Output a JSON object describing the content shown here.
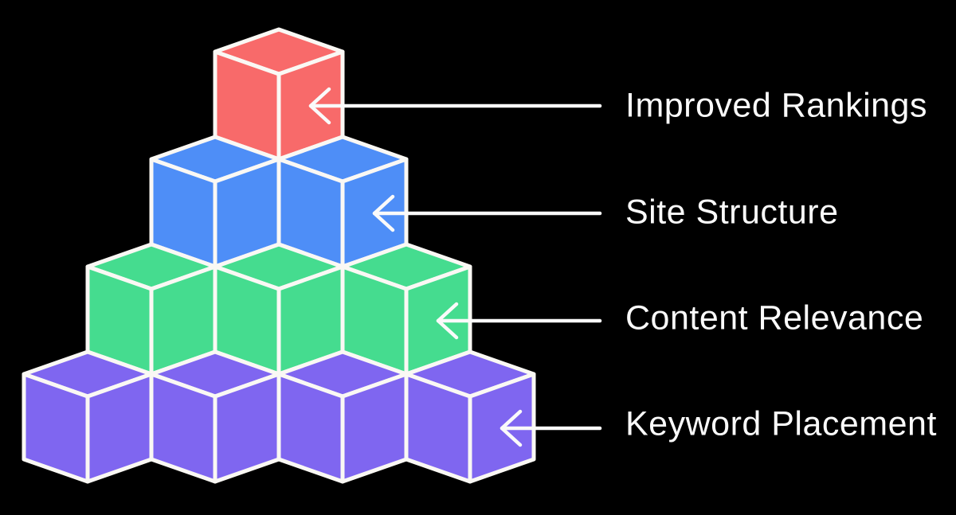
{
  "diagram": {
    "background_color": "#000000",
    "outline_color": "#FAF8F4",
    "text_color": "#FAFAFA",
    "arrow_color": "#FAFAFA",
    "arrow_direction": "left",
    "rows": [
      {
        "label": "Improved Rankings",
        "cubes": 1,
        "color": "#F86A6A"
      },
      {
        "label": "Site Structure",
        "cubes": 2,
        "color": "#4E8EF7"
      },
      {
        "label": "Content Relevance",
        "cubes": 3,
        "color": "#45DC8F"
      },
      {
        "label": "Keyword Placement",
        "cubes": 4,
        "color": "#7F66F0"
      }
    ]
  }
}
